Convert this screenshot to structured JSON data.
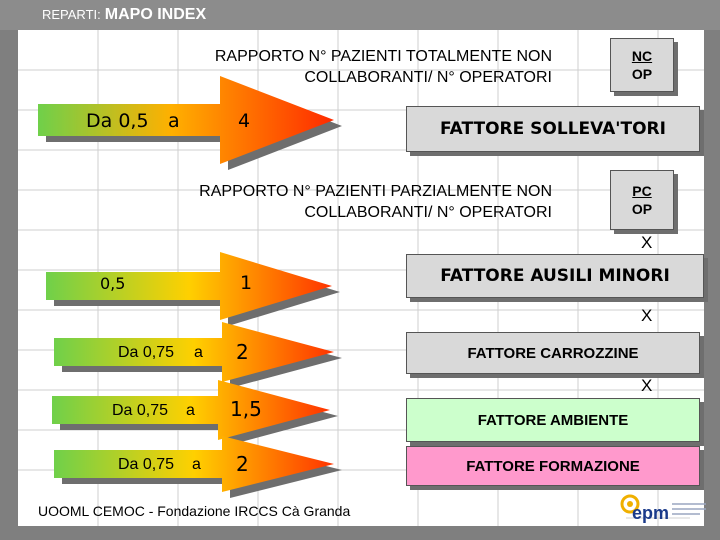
{
  "header": {
    "prefix": "REPARTI:",
    "title": "MAPO INDEX"
  },
  "ratio_nc": {
    "line1": "RAPPORTO N° PAZIENTI TOTALMENTE NON",
    "line2": "COLLABORANTI/ N° OPERATORI"
  },
  "ratio_pc": {
    "line1": "RAPPORTO N° PAZIENTI PARZIALMENTE NON",
    "line2": "COLLABORANTI/ N° OPERATORI"
  },
  "frac_nc": {
    "num": "NC",
    "den": "OP"
  },
  "frac_pc": {
    "num": "PC",
    "den": "OP"
  },
  "arrows": [
    {
      "from": "Da 0,5",
      "sep": "a",
      "value": "4"
    },
    {
      "from": "0,5",
      "value": "1"
    },
    {
      "from": "Da 0,75",
      "sep": "a",
      "value": "2"
    },
    {
      "from": "Da 0,75",
      "sep": "a",
      "value": "1,5"
    },
    {
      "from": "Da 0,75",
      "sep": "a",
      "value": "2"
    }
  ],
  "factors": {
    "sollevatori": "FATTORE SOLLEVA'TORI",
    "ausili": "FATTORE AUSILI MINORI",
    "carrozzine": "FATTORE CARROZZINE",
    "ambiente": "FATTORE AMBIENTE",
    "formazione": "FATTORE FORMAZIONE"
  },
  "times": [
    "X",
    "X",
    "X"
  ],
  "footer": "UOOML CEMOC - Fondazione IRCCS Cà Granda",
  "logo": {
    "name": "epm",
    "icon": "epm-logo-icon"
  },
  "colors": {
    "ambiente": "#ccffcc",
    "formazione": "#ff99cc",
    "box_grey": "#d9d9d9",
    "arrow_start": "#6fd04a",
    "arrow_end": "#ff3300"
  }
}
